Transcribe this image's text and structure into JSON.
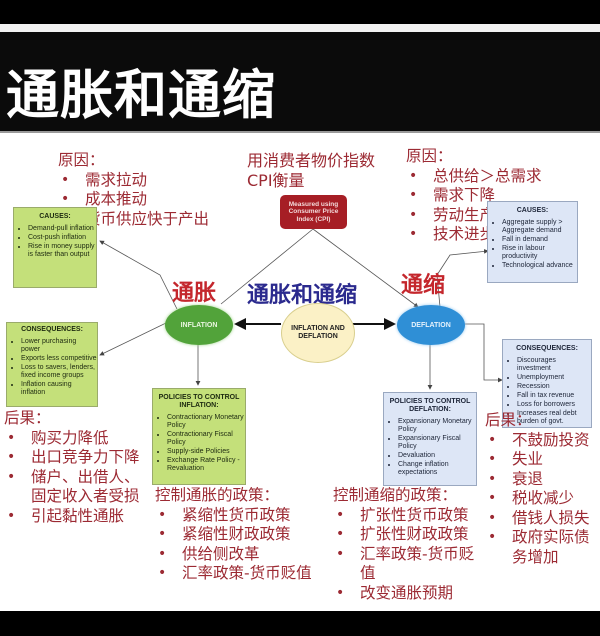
{
  "header": {
    "title": "通胀和通缩"
  },
  "center": {
    "label_cn": "通胀和通缩",
    "node_label": "INFLATION AND DEFLATION",
    "node_line1": "INFLATION AND",
    "node_line2": "DEFLATION"
  },
  "cpi": {
    "cn_line1": "用消费者物价指数",
    "cn_line2": "CPI衡量",
    "box_line1": "Measured using",
    "box_line2": "Consumer Price",
    "box_line3": "Index (CPI)"
  },
  "inflation": {
    "label_cn": "通胀",
    "node_label": "INFLATION",
    "causes_cn": {
      "heading": "原因：",
      "items": [
        "需求拉动",
        "成本推动",
        "货币供应快于产出"
      ]
    },
    "causes_box": {
      "title": "CAUSES:",
      "items": [
        "Demand-pull inflation",
        "Cost-push inflation",
        "Rise in money supply is faster than output"
      ]
    },
    "consequences_box": {
      "title": "CONSEQUENCES:",
      "items": [
        "Lower purchasing power",
        "Exports less competitive",
        "Loss to savers, lenders, fixed income groups",
        "Inflation causing inflation"
      ]
    },
    "consequences_cn": {
      "heading": "后果：",
      "items": [
        "购买力降低",
        "出口竞争力下降",
        "储户、出借人、固定收入者受损",
        "引起黏性通胀"
      ]
    },
    "policies_box": {
      "title": "POLICIES TO CONTROL INFLATION:",
      "items": [
        "Contractionary Monetary Policy",
        "Contractionary Fiscal Policy",
        "Supply-side Policies",
        "Exchange Rate Policy - Revaluation"
      ]
    },
    "policies_cn": {
      "heading": "控制通胀的政策：",
      "items": [
        "紧缩性货币政策",
        "紧缩性财政政策",
        "供给侧改革",
        "汇率政策-货币贬值"
      ]
    }
  },
  "deflation": {
    "label_cn": "通缩",
    "node_label": "DEFLATION",
    "causes_cn": {
      "heading": "原因：",
      "items": [
        "总供给＞总需求",
        "需求下降",
        "劳动生产率提高",
        "技术进步"
      ]
    },
    "causes_box": {
      "title": "CAUSES:",
      "items": [
        "Aggregate supply > Aggregate demand",
        "Fall in demand",
        "Rise in labour productivity",
        "Technological advance"
      ]
    },
    "consequences_box": {
      "title": "CONSEQUENCES:",
      "items": [
        "Discourages investment",
        "Unemployment",
        "Recession",
        "Fall in tax revenue",
        "Loss for borrowers",
        "Increases real debt burden of govt."
      ]
    },
    "consequences_cn": {
      "heading": "后果：",
      "items": [
        "不鼓励投资",
        "失业",
        "衰退",
        "税收减少",
        "借钱人损失",
        "政府实际债务增加"
      ]
    },
    "policies_box": {
      "title": "POLICIES TO CONTROL DEFLATION:",
      "items": [
        "Expansionary Monetary Policy",
        "Expansionary Fiscal Policy",
        "Devaluation",
        "Change inflation expectations"
      ]
    },
    "policies_cn": {
      "heading": "控制通缩的政策：",
      "items": [
        "扩张性货币政策",
        "扩张性财政政策",
        "汇率政策-货币贬值",
        "改变通胀预期"
      ]
    }
  },
  "colors": {
    "cn_text": "#9c2a33",
    "center_label": "#2b2a8e",
    "inflation_label": "#c4262c",
    "inflation_node": "#52a33a",
    "deflation_node": "#2f8fd6",
    "center_node": "#fbf1c6",
    "cpi_box": "#a61e25",
    "green_box": "#c4e07a",
    "blue_box": "#dde6f6"
  }
}
